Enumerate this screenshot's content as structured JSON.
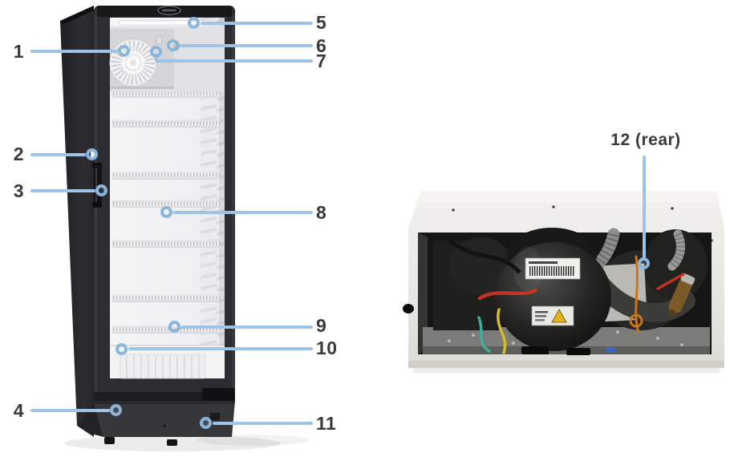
{
  "figure": {
    "left_name": "glass-door-refrigerator-front-view",
    "right_name": "compressor-compartment-rear-photo"
  },
  "colors": {
    "accent": "#9dc3e6",
    "marker": "#8ab6de",
    "ink": "#3a3a3d",
    "bg": "#ffffff"
  },
  "callouts": [
    {
      "id": 1,
      "label": "1"
    },
    {
      "id": 2,
      "label": "2"
    },
    {
      "id": 3,
      "label": "3"
    },
    {
      "id": 4,
      "label": "4"
    },
    {
      "id": 5,
      "label": "5"
    },
    {
      "id": 6,
      "label": "6"
    },
    {
      "id": 7,
      "label": "7"
    },
    {
      "id": 8,
      "label": "8"
    },
    {
      "id": 9,
      "label": "9"
    },
    {
      "id": 10,
      "label": "10"
    },
    {
      "id": 11,
      "label": "11"
    },
    {
      "id": 12,
      "label": "12 (rear)"
    }
  ]
}
